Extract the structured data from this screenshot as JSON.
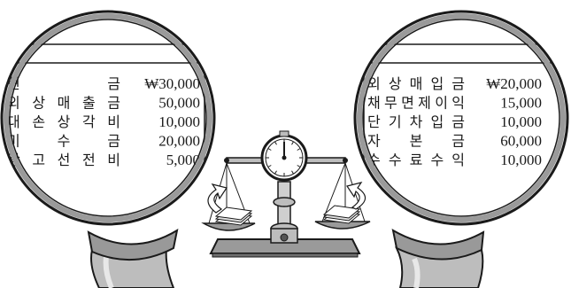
{
  "left_lens": {
    "rows": [
      {
        "label": "현 금",
        "amount": "₩30,000"
      },
      {
        "label": "외상매출금",
        "amount": "50,000"
      },
      {
        "label": "대손상각비",
        "amount": "10,000"
      },
      {
        "label": "미 수 금",
        "amount": "20,000"
      },
      {
        "label": "광고선전비",
        "amount": "5,000"
      }
    ]
  },
  "right_lens": {
    "rows": [
      {
        "label": "외상매입금",
        "amount": "₩20,000"
      },
      {
        "label": "채무면제이익",
        "amount": "15,000"
      },
      {
        "label": "단기차입금",
        "amount": "10,000"
      },
      {
        "label": "자 본 금",
        "amount": "60,000"
      },
      {
        "label": "수수료수익",
        "amount": "10,000"
      }
    ]
  },
  "icons": [
    "magnifier-icon",
    "balance-scale-icon",
    "dial-gauge-icon",
    "money-stack-icon",
    "curved-arrow-icon"
  ]
}
